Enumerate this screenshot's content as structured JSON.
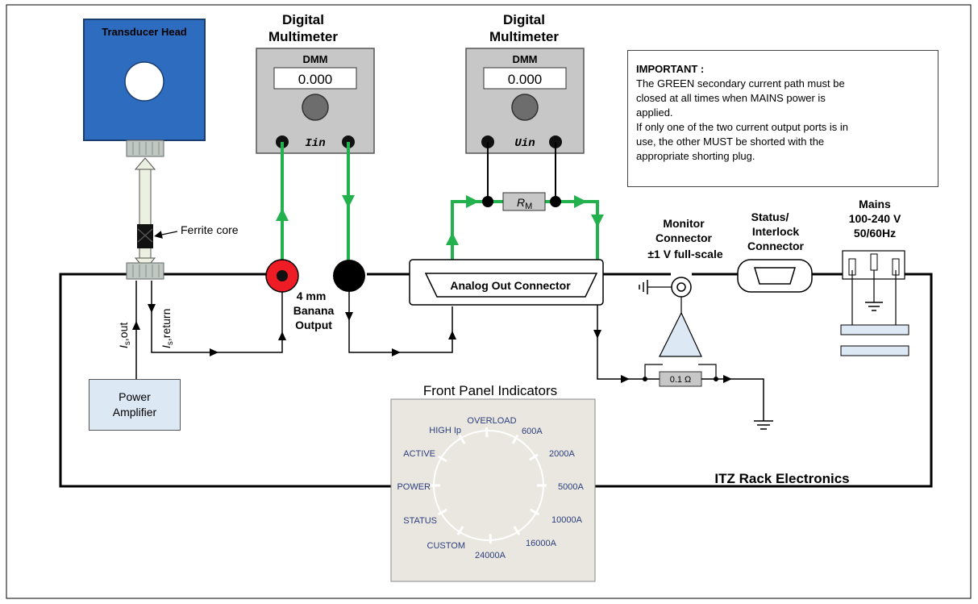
{
  "transducer": {
    "title": "Transducer Head"
  },
  "ferrite": {
    "label": "Ferrite core"
  },
  "dmm_left": {
    "heading_line1": "Digital",
    "heading_line2": "Multimeter",
    "label": "DMM",
    "reading": "0.000",
    "port_label": "Iin"
  },
  "dmm_right": {
    "heading_line1": "Digital",
    "heading_line2": "Multimeter",
    "label": "DMM",
    "reading": "0.000",
    "port_label": "Uin"
  },
  "important": {
    "title": "IMPORTANT :",
    "lines": [
      "The  GREEN secondary current path must be",
      "closed at all times when MAINS power is",
      "applied.",
      "If only one of the two current output ports is in",
      "use, the other MUST be shorted with the",
      "appropriate shorting plug."
    ]
  },
  "resistor_rm": {
    "symbol": "R",
    "subscript": "M"
  },
  "monitor": {
    "line1": "Monitor",
    "line2": "Connector",
    "line3": "±1 V full-scale"
  },
  "status": {
    "line1": "Status/",
    "line2": "Interlock",
    "line3": "Connector"
  },
  "mains": {
    "line1": "Mains",
    "line2": "100-240 V",
    "line3": "50/60Hz"
  },
  "banana": {
    "line1": "4 mm",
    "line2": "Banana",
    "line3": "Output"
  },
  "analog_out": {
    "label": "Analog Out Connector"
  },
  "currents": {
    "is_out_main": "I",
    "is_out_sub": "s",
    "is_out_suffix": ",out",
    "is_ret_main": "I",
    "is_ret_sub": "s",
    "is_ret_suffix": ",return"
  },
  "power_amp": {
    "line1": "Power",
    "line2": "Amplifier"
  },
  "shunt": {
    "label": "0.1 Ω"
  },
  "rack": {
    "label": "ITZ Rack Electronics"
  },
  "front_panel": {
    "title": "Front Panel Indicators",
    "indicators": [
      "OVERLOAD",
      "600A",
      "2000A",
      "5000A",
      "10000A",
      "16000A",
      "24000A",
      "CUSTOM",
      "STATUS",
      "POWER",
      "ACTIVE",
      "HIGH Ip"
    ]
  },
  "colors": {
    "green_path": "#22b14c",
    "transducer_blue": "#2e6cc0",
    "banana_red": "#ee1c24",
    "panel_bg": "#e9e7df"
  }
}
